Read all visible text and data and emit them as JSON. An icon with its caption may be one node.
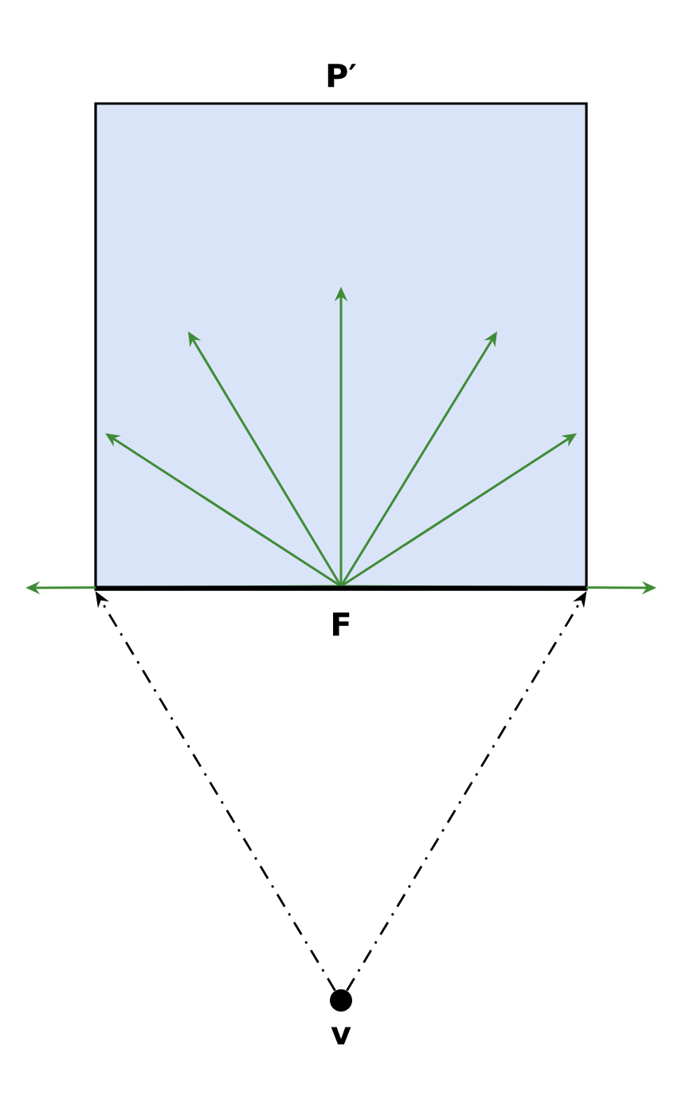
{
  "diagram": {
    "nodes": [
      {
        "text": [
          "P′"
        ]
      },
      {
        "text": [
          "F"
        ],
        "in": 0
      },
      {
        "text": [
          "v"
        ]
      }
    ],
    "edges": [
      {
        "from": 2,
        "to": 1,
        "arrow": "to",
        "style": "dashed"
      },
      {
        "from": 2,
        "to": 1,
        "arrow": "to",
        "style": "dashed"
      }
    ]
  }
}
